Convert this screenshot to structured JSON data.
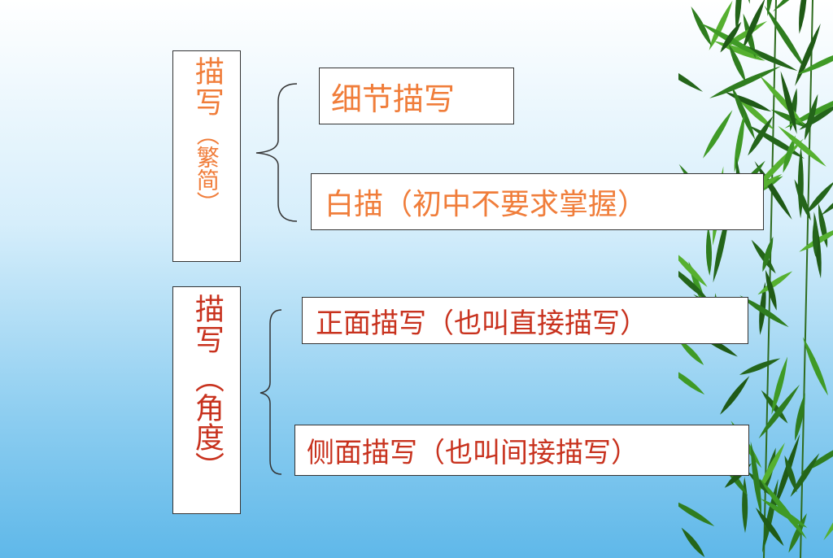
{
  "group1": {
    "label_main": "描写",
    "label_sub": "（繁简）",
    "items": [
      "细节描写",
      "白描（初中不要求掌握）"
    ],
    "color": "#f07d3a"
  },
  "group2": {
    "label_main": "描写",
    "label_sub": "（角度）",
    "items": [
      "正面描写（也叫直接描写）",
      "侧面描写（也叫间接描写）"
    ],
    "color": "#c8321e"
  },
  "decoration": {
    "icon": "bamboo-leaves"
  }
}
